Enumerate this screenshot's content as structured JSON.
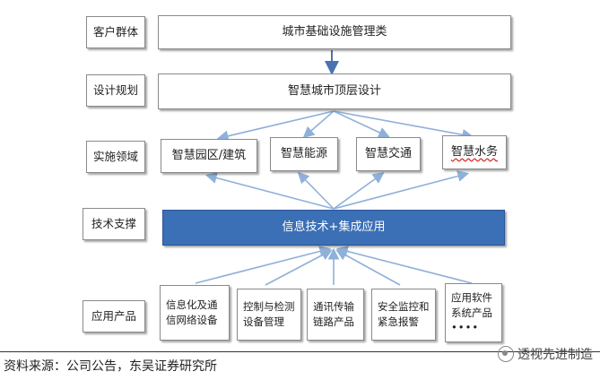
{
  "rows": {
    "customer_group": "客户群体",
    "design_planning": "设计规划",
    "implementation_field": "实施领域",
    "tech_support": "技术支撑",
    "application_products": "应用产品"
  },
  "customer_group_box": "城市基础设施管理类",
  "design_box": "智慧城市顶层设计",
  "fields": [
    "智慧园区/建筑",
    "智慧能源",
    "智慧交通",
    "智慧水务"
  ],
  "tech_box": "信息技术+集成应用",
  "products": [
    [
      "信息化及通",
      "信网络设备"
    ],
    [
      "控制与检测",
      "设备管理"
    ],
    [
      "通讯传输",
      "链路产品"
    ],
    [
      "安全监控和",
      "紧急报警"
    ],
    [
      "应用软件",
      "系统产品",
      "••••"
    ]
  ],
  "source": "资料来源：公司公告，东吴证券研究所",
  "watermark": "透视先进制造",
  "colors": {
    "tech_fill": "#3b6fb6",
    "arrow": "#8fb0d9"
  }
}
